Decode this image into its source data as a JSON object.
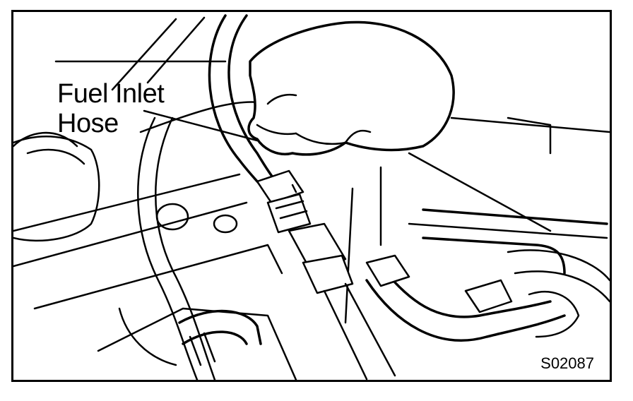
{
  "callout": {
    "line1": "Fuel Inlet",
    "line2": "Hose"
  },
  "figure_code": "S02087"
}
